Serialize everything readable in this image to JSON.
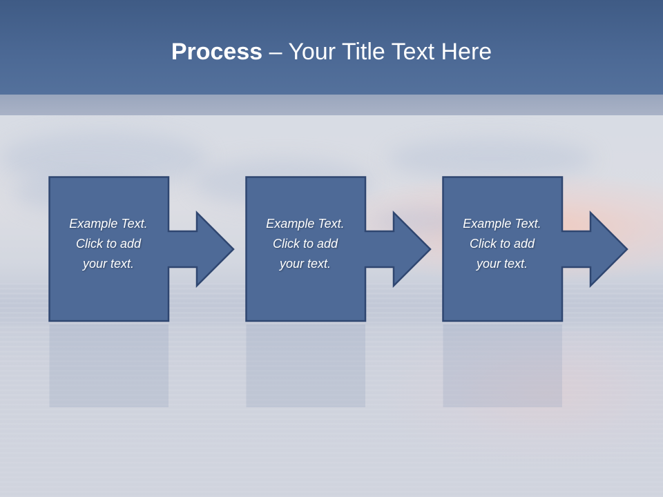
{
  "slide": {
    "title_bold": "Process",
    "title_rest": " – Your Title Text Here"
  },
  "steps": [
    {
      "text": "Example Text.\nClick  to add\nyour text."
    },
    {
      "text": "Example Text.\nClick  to add\nyour text."
    },
    {
      "text": "Example Text.\nClick  to add\nyour text."
    }
  ],
  "colors": {
    "header": "#4b6894",
    "shape_fill": "#4e6a97",
    "shape_border": "#2f4670"
  }
}
